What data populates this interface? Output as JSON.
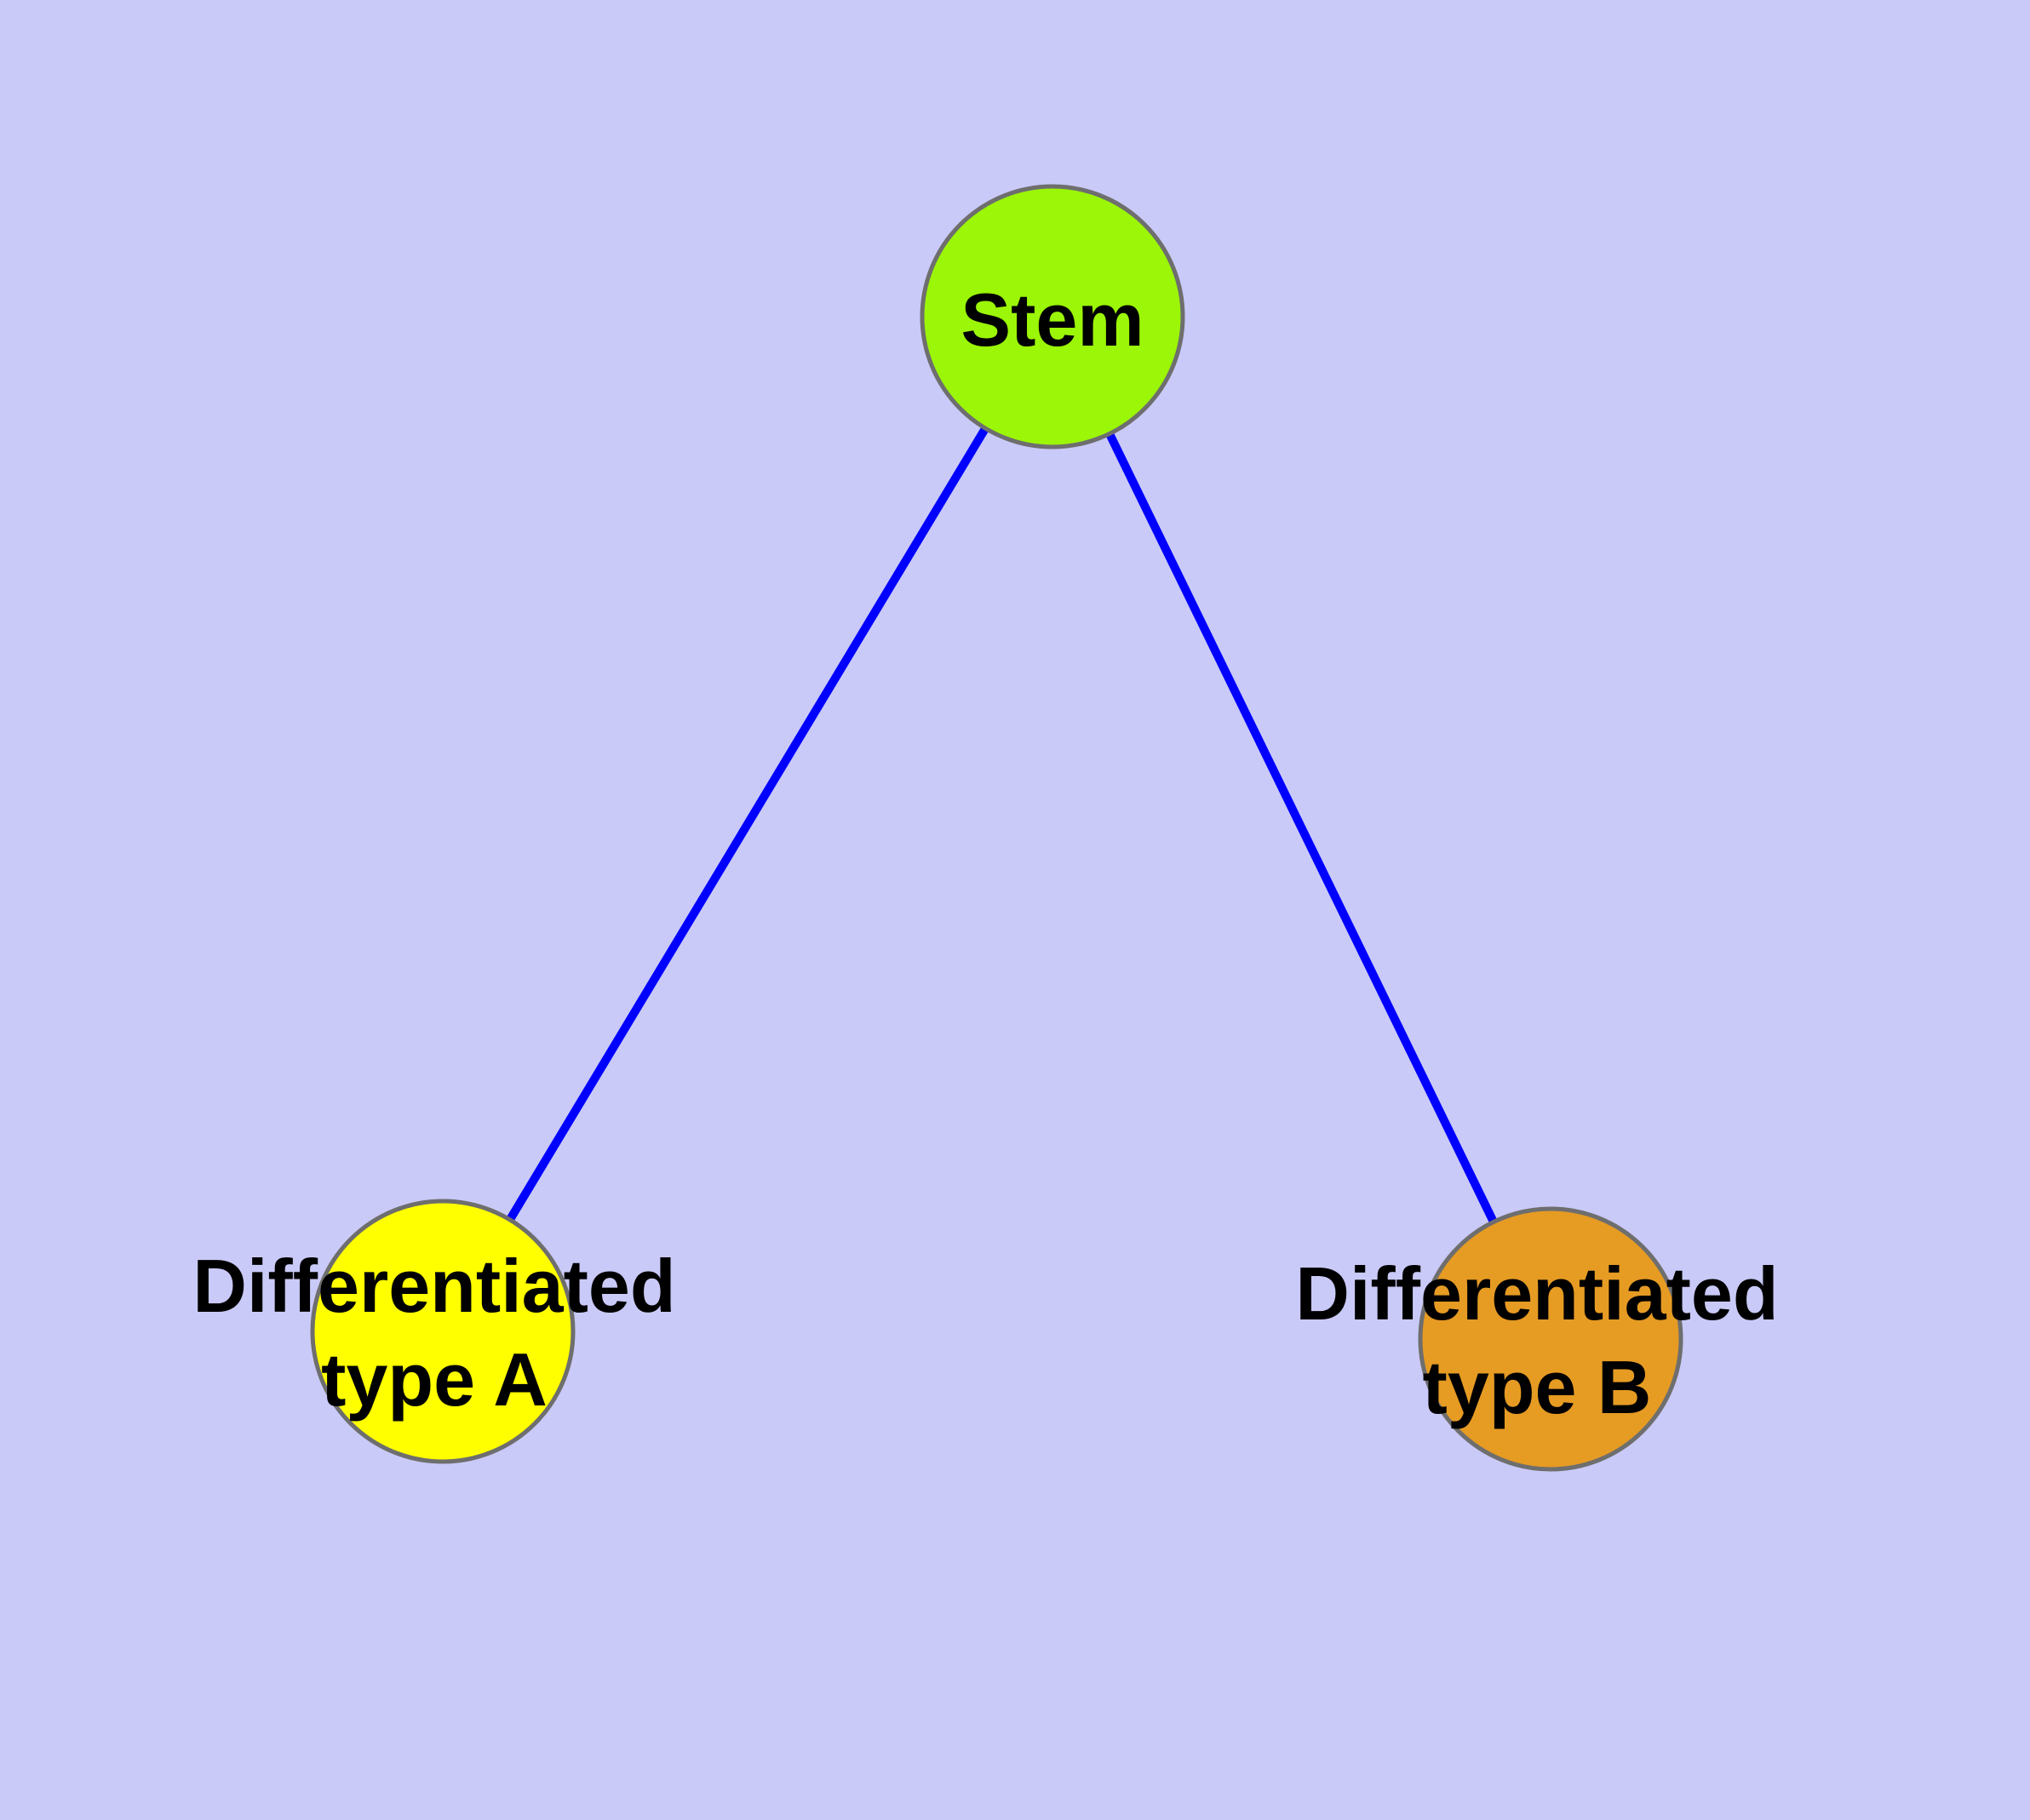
{
  "diagram": {
    "type": "graph",
    "background_color": "#CACAF8",
    "colors": {
      "edge": "#0000FF",
      "node_border": "#6E6E6E",
      "label_text": "#000000"
    },
    "nodes": [
      {
        "id": "stem",
        "label": "Stem",
        "label_line1": "Stem",
        "label_line2": "",
        "fill": "#9BF607"
      },
      {
        "id": "type-a",
        "label": "Differentiated type A",
        "label_line1": "Differentiated",
        "label_line2": "type A",
        "fill": "#FFFF00"
      },
      {
        "id": "type-b",
        "label": "Differentiated type B",
        "label_line1": "Differentiated",
        "label_line2": "type B",
        "fill": "#E69B23"
      }
    ],
    "edges": [
      {
        "from": "Stem",
        "to": "Differentiated type A"
      },
      {
        "from": "Stem",
        "to": "Differentiated type B"
      }
    ]
  }
}
